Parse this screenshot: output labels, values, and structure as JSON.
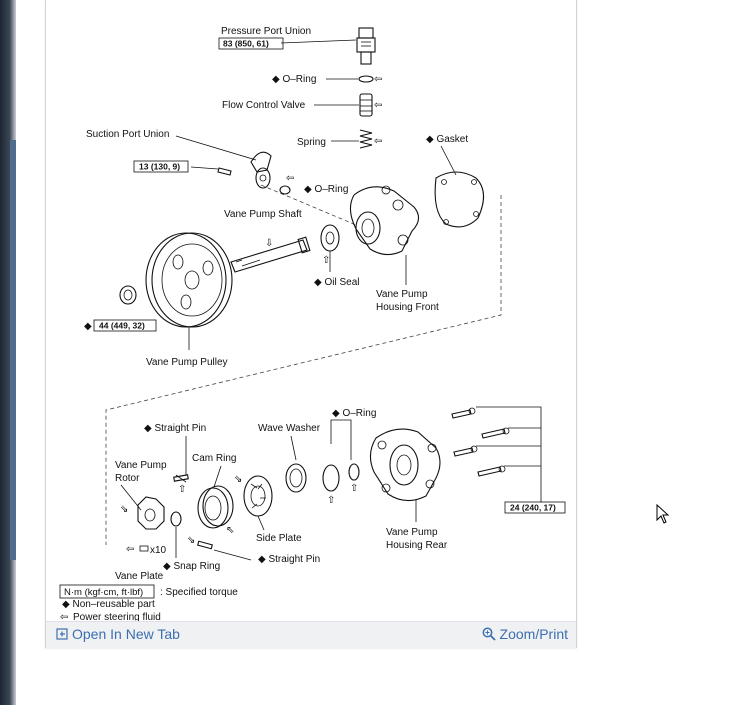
{
  "diagram": {
    "labels": {
      "pressure_port_union": "Pressure Port Union",
      "torque_83": "83 (850, 61)",
      "o_ring_top": "◆ O–Ring",
      "flow_control_valve": "Flow Control Valve",
      "suction_port_union": "Suction Port Union",
      "spring": "Spring",
      "gasket": "◆ Gasket",
      "torque_13": "13 (130, 9)",
      "o_ring_mid": "◆ O–Ring",
      "vane_pump_shaft": "Vane Pump Shaft",
      "oil_seal": "◆ Oil Seal",
      "housing_front_1": "Vane Pump",
      "housing_front_2": "Housing Front",
      "torque_44": "44 (449, 32)",
      "vane_pump_pulley": "Vane Pump Pulley",
      "o_ring_lower": "◆ O–Ring",
      "straight_pin_top": "◆ Straight Pin",
      "wave_washer": "Wave Washer",
      "vane_pump_rotor_1": "Vane Pump",
      "vane_pump_rotor_2": "Rotor",
      "cam_ring": "Cam Ring",
      "torque_24": "24 (240, 17)",
      "x10": "x10",
      "side_plate": "Side Plate",
      "housing_rear_1": "Vane Pump",
      "housing_rear_2": "Housing Rear",
      "straight_pin_bottom": "◆ Straight Pin",
      "snap_ring": "◆ Snap Ring",
      "vane_plate": "Vane Plate"
    },
    "legend": {
      "unit_box": "N·m (kgf·cm, ft·lbf)",
      "specified_torque": ": Specified torque",
      "non_reusable": "◆ Non–reusable part",
      "power_steering_fluid": "Power steering fluid"
    }
  },
  "footer": {
    "open_new_tab": "Open In New Tab",
    "zoom_print": "Zoom/Print"
  }
}
